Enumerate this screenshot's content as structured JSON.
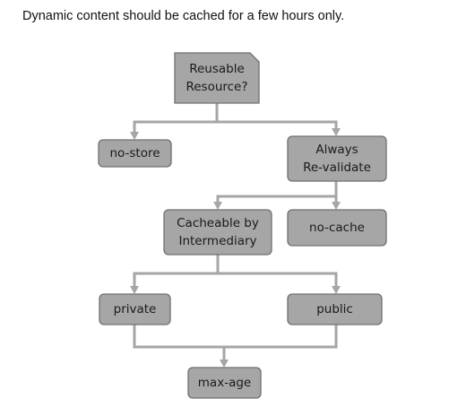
{
  "caption": "Dynamic content should be cached for a few hours only.",
  "colors": {
    "node_fill": "#a6a6a6",
    "node_border": "#6f6f6f",
    "connector": "#a6a6a6",
    "text": "#1a1a1a"
  },
  "nodes": {
    "reusable": {
      "lines": [
        "Reusable",
        "Resource?"
      ]
    },
    "no_store": {
      "lines": [
        "no-store"
      ]
    },
    "always_revalidate": {
      "lines": [
        "Always",
        "Re-validate"
      ]
    },
    "cacheable": {
      "lines": [
        "Cacheable by",
        "Intermediary"
      ]
    },
    "no_cache": {
      "lines": [
        "no-cache"
      ]
    },
    "private": {
      "lines": [
        "private"
      ]
    },
    "public": {
      "lines": [
        "public"
      ]
    },
    "max_age": {
      "lines": [
        "max-age"
      ]
    }
  },
  "edges": [
    {
      "from": "reusable",
      "to": "no_store"
    },
    {
      "from": "reusable",
      "to": "always_revalidate"
    },
    {
      "from": "always_revalidate",
      "to": "cacheable"
    },
    {
      "from": "always_revalidate",
      "to": "no_cache"
    },
    {
      "from": "cacheable",
      "to": "private"
    },
    {
      "from": "cacheable",
      "to": "public"
    },
    {
      "from": "private",
      "to": "max_age"
    },
    {
      "from": "public",
      "to": "max_age"
    }
  ]
}
